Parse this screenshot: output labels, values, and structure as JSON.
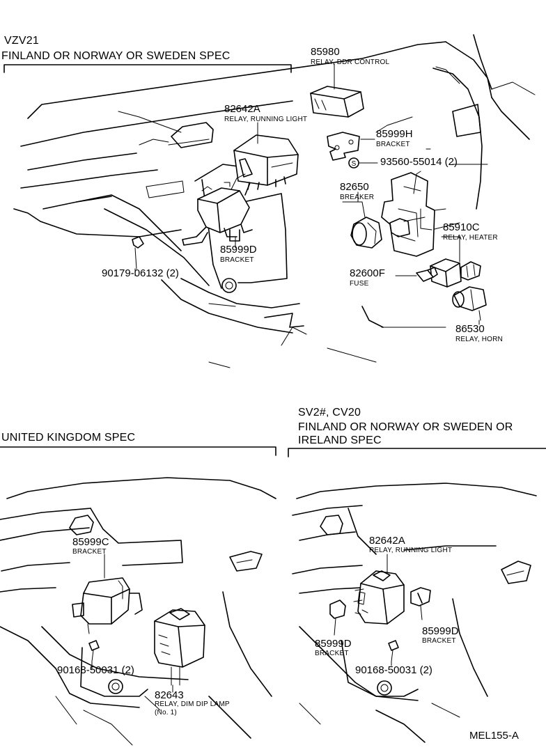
{
  "sections": {
    "top": {
      "model": "VZV21",
      "spec": "FINLAND OR NORWAY OR SWEDEN SPEC"
    },
    "bottom_left": {
      "spec": "UNITED KINGDOM SPEC"
    },
    "bottom_right": {
      "model": "SV2#, CV20",
      "spec_line1": "FINLAND OR NORWAY OR SWEDEN OR",
      "spec_line2": "IRELAND SPEC"
    }
  },
  "parts_top": [
    {
      "key": "relay_ddr",
      "number": "85980",
      "desc": "RELAY, DDR CONTROL"
    },
    {
      "key": "relay_running",
      "number": "82642A",
      "desc": "RELAY, RUNNING LIGHT"
    },
    {
      "key": "bracket_h",
      "number": "85999H",
      "desc": "BRACKET"
    },
    {
      "key": "screw",
      "number": "93560-55014 (2)",
      "desc": ""
    },
    {
      "key": "breaker",
      "number": "82650",
      "desc": "BREAKER"
    },
    {
      "key": "relay_heater",
      "number": "85910C",
      "desc": "RELAY, HEATER"
    },
    {
      "key": "bracket_d",
      "number": "85999D",
      "desc": "BRACKET"
    },
    {
      "key": "clip",
      "number": "90179-06132 (2)",
      "desc": ""
    },
    {
      "key": "fuse",
      "number": "82600F",
      "desc": "FUSE"
    },
    {
      "key": "relay_horn",
      "number": "86530",
      "desc": "RELAY, HORN"
    }
  ],
  "parts_bottom_left": [
    {
      "key": "bracket_c",
      "number": "85999C",
      "desc": "BRACKET"
    },
    {
      "key": "screw",
      "number": "90168-50031 (2)",
      "desc": ""
    },
    {
      "key": "relay_dim",
      "number": "82643",
      "desc": "RELAY, DIM DIP LAMP",
      "desc2": "(No. 1)"
    }
  ],
  "parts_bottom_right": [
    {
      "key": "relay_running",
      "number": "82642A",
      "desc": "RELAY, RUNNING LIGHT"
    },
    {
      "key": "bracket_d_right",
      "number": "85999D",
      "desc": "BRACKET"
    },
    {
      "key": "bracket_d_left",
      "number": "85999D",
      "desc": "BRACKET"
    },
    {
      "key": "screw",
      "number": "90168-50031 (2)",
      "desc": ""
    }
  ],
  "screw_symbol": "S",
  "figure_code": "MEL155-A",
  "icons": [
    "relay-icon",
    "bracket-icon",
    "breaker-icon",
    "fuse-icon",
    "screw-icon",
    "clip-icon"
  ]
}
